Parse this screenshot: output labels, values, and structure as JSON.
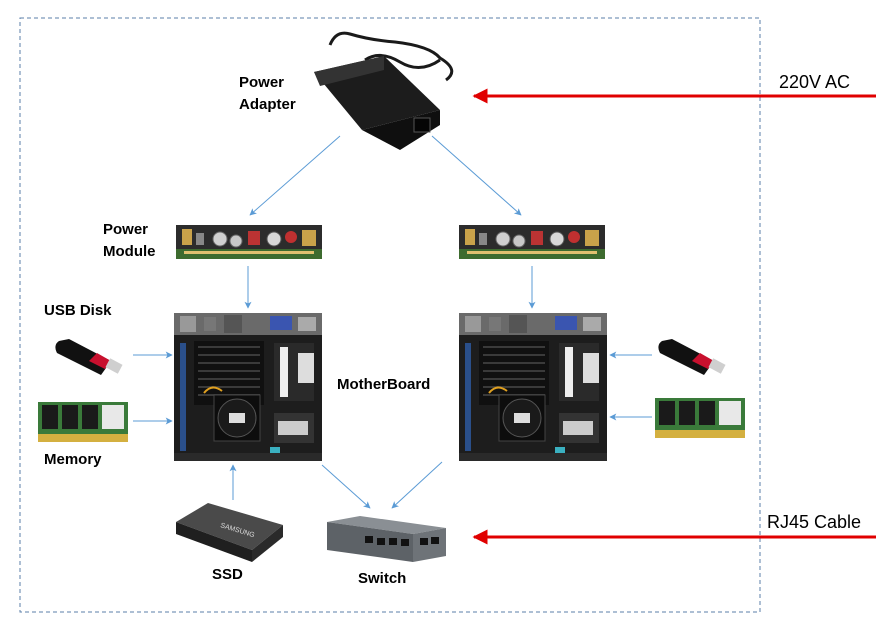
{
  "labels": {
    "power_adapter": [
      "Power",
      "Adapter"
    ],
    "power_module": [
      "Power",
      "Module"
    ],
    "usb_disk": "USB Disk",
    "memory": "Memory",
    "motherboard": "MotherBoard",
    "ssd": "SSD",
    "switch": "Switch",
    "samsung_text": "SAMSUNG"
  },
  "external_inputs": {
    "ac": "220V AC",
    "network": "RJ45 Cable"
  },
  "colors": {
    "boundary": "#5b7faa",
    "connector": "#5b9bd5",
    "external_arrow": "#e00000",
    "pcb_green": "#2f5c2a",
    "board_black": "#222222"
  },
  "icons": {
    "power_adapter": "power-brick-icon",
    "power_module": "pcb-strip-icon",
    "motherboard": "mini-itx-board-icon",
    "usb_disk": "usb-stick-icon",
    "memory": "ram-module-icon",
    "ssd": "ssd-drive-icon",
    "switch": "ethernet-switch-icon"
  }
}
